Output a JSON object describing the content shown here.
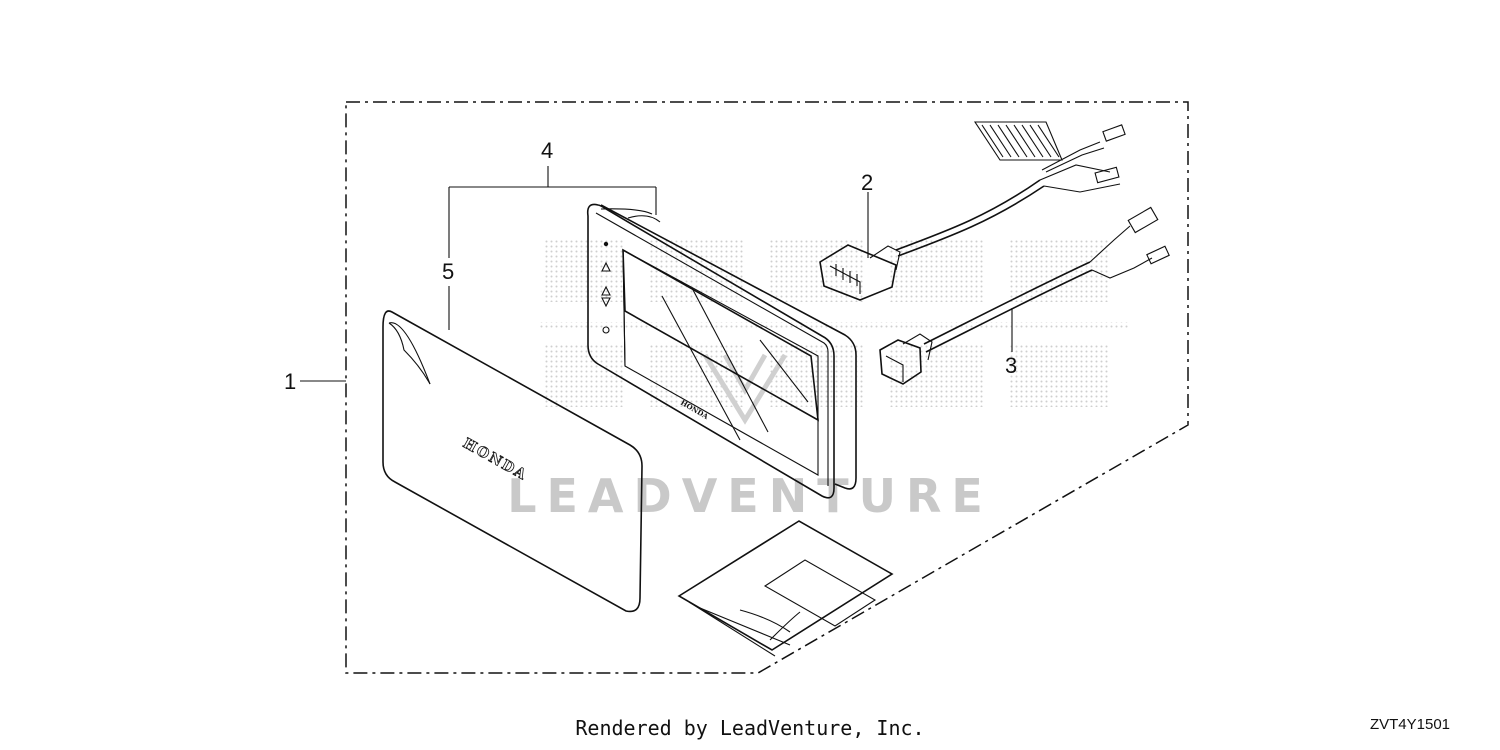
{
  "callouts": {
    "c1": "1",
    "c2": "2",
    "c3": "3",
    "c4": "4",
    "c5": "5"
  },
  "brand_mark": "HONDA",
  "watermark": {
    "text": "LEADVENTURE"
  },
  "footer": {
    "credit": "Rendered by LeadVenture, Inc.",
    "code": "ZVT4Y1501"
  }
}
